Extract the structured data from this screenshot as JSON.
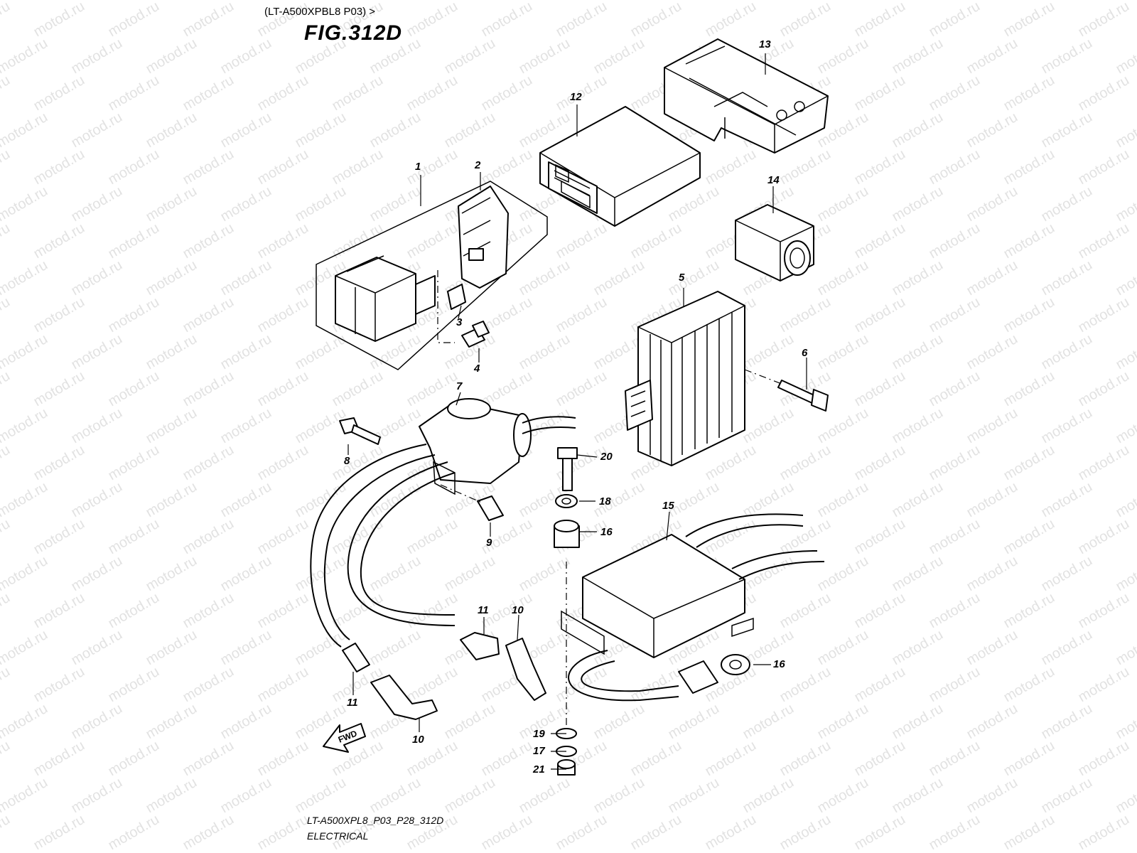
{
  "header": {
    "model_line": "(LT-A500XPBL8 P03) >",
    "figure_title": "FIG.312D"
  },
  "footer": {
    "code": "LT-A500XPL8_P03_P28_312D",
    "section": "ELECTRICAL"
  },
  "watermark": {
    "text": "motod.ru"
  },
  "fwd_arrow": {
    "label": "FWD"
  },
  "callouts": [
    {
      "id": "c1",
      "label": "1"
    },
    {
      "id": "c2",
      "label": "2"
    },
    {
      "id": "c3",
      "label": "3"
    },
    {
      "id": "c4",
      "label": "4"
    },
    {
      "id": "c5",
      "label": "5"
    },
    {
      "id": "c6",
      "label": "6"
    },
    {
      "id": "c7",
      "label": "7"
    },
    {
      "id": "c8",
      "label": "8"
    },
    {
      "id": "c9",
      "label": "9"
    },
    {
      "id": "c10a",
      "label": "10"
    },
    {
      "id": "c10b",
      "label": "10"
    },
    {
      "id": "c11a",
      "label": "11"
    },
    {
      "id": "c11b",
      "label": "11"
    },
    {
      "id": "c12",
      "label": "12"
    },
    {
      "id": "c13",
      "label": "13"
    },
    {
      "id": "c14",
      "label": "14"
    },
    {
      "id": "c15",
      "label": "15"
    },
    {
      "id": "c16a",
      "label": "16"
    },
    {
      "id": "c16b",
      "label": "16"
    },
    {
      "id": "c17",
      "label": "17"
    },
    {
      "id": "c18",
      "label": "18"
    },
    {
      "id": "c19",
      "label": "19"
    },
    {
      "id": "c20",
      "label": "20"
    },
    {
      "id": "c21",
      "label": "21"
    }
  ]
}
